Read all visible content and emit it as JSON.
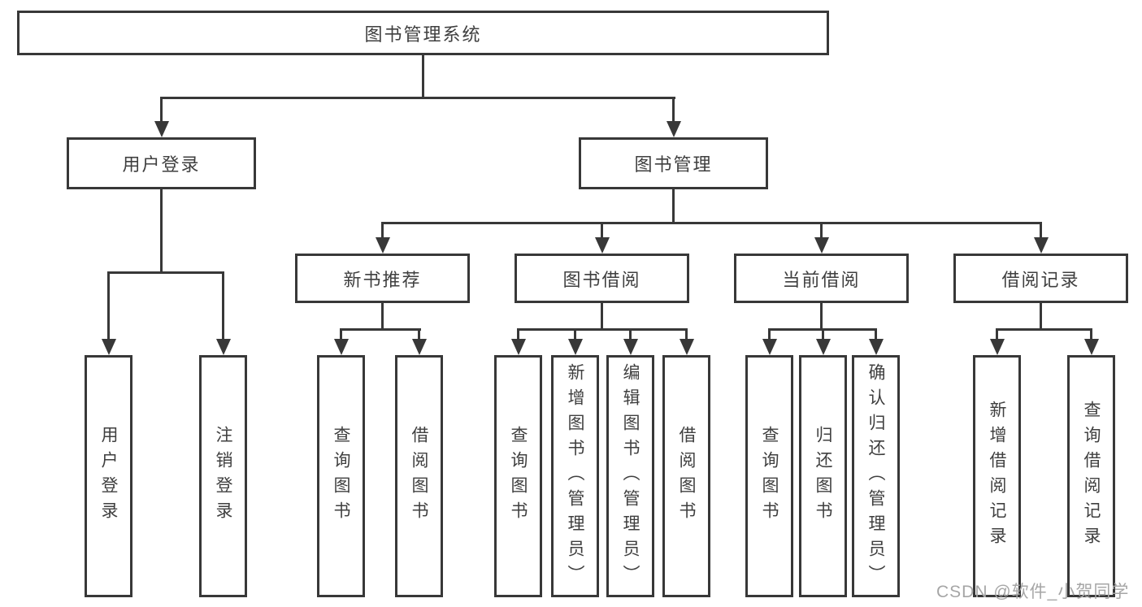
{
  "diagram": {
    "root": "图书管理系统",
    "level2": {
      "login": "用户登录",
      "manage": "图书管理"
    },
    "level3": [
      "新书推荐",
      "图书借阅",
      "当前借阅",
      "借阅记录"
    ],
    "leaves": {
      "login": [
        "用户登录",
        "注销登录"
      ],
      "newbook": [
        "查询图书",
        "借阅图书"
      ],
      "borrow": [
        "查询图书",
        "新增图书（管理员）",
        "编辑图书（管理员）",
        "借阅图书"
      ],
      "current": [
        "查询图书",
        "归还图书",
        "确认归还（管理员）"
      ],
      "records": [
        "新增借阅记录",
        "查询借阅记录"
      ]
    }
  },
  "watermark": "CSDN @软件_小贺同学",
  "colors": {
    "line": "#383838",
    "text": "#3f3f3f",
    "watermark": "#a6a6a6",
    "background": "#ffffff"
  }
}
